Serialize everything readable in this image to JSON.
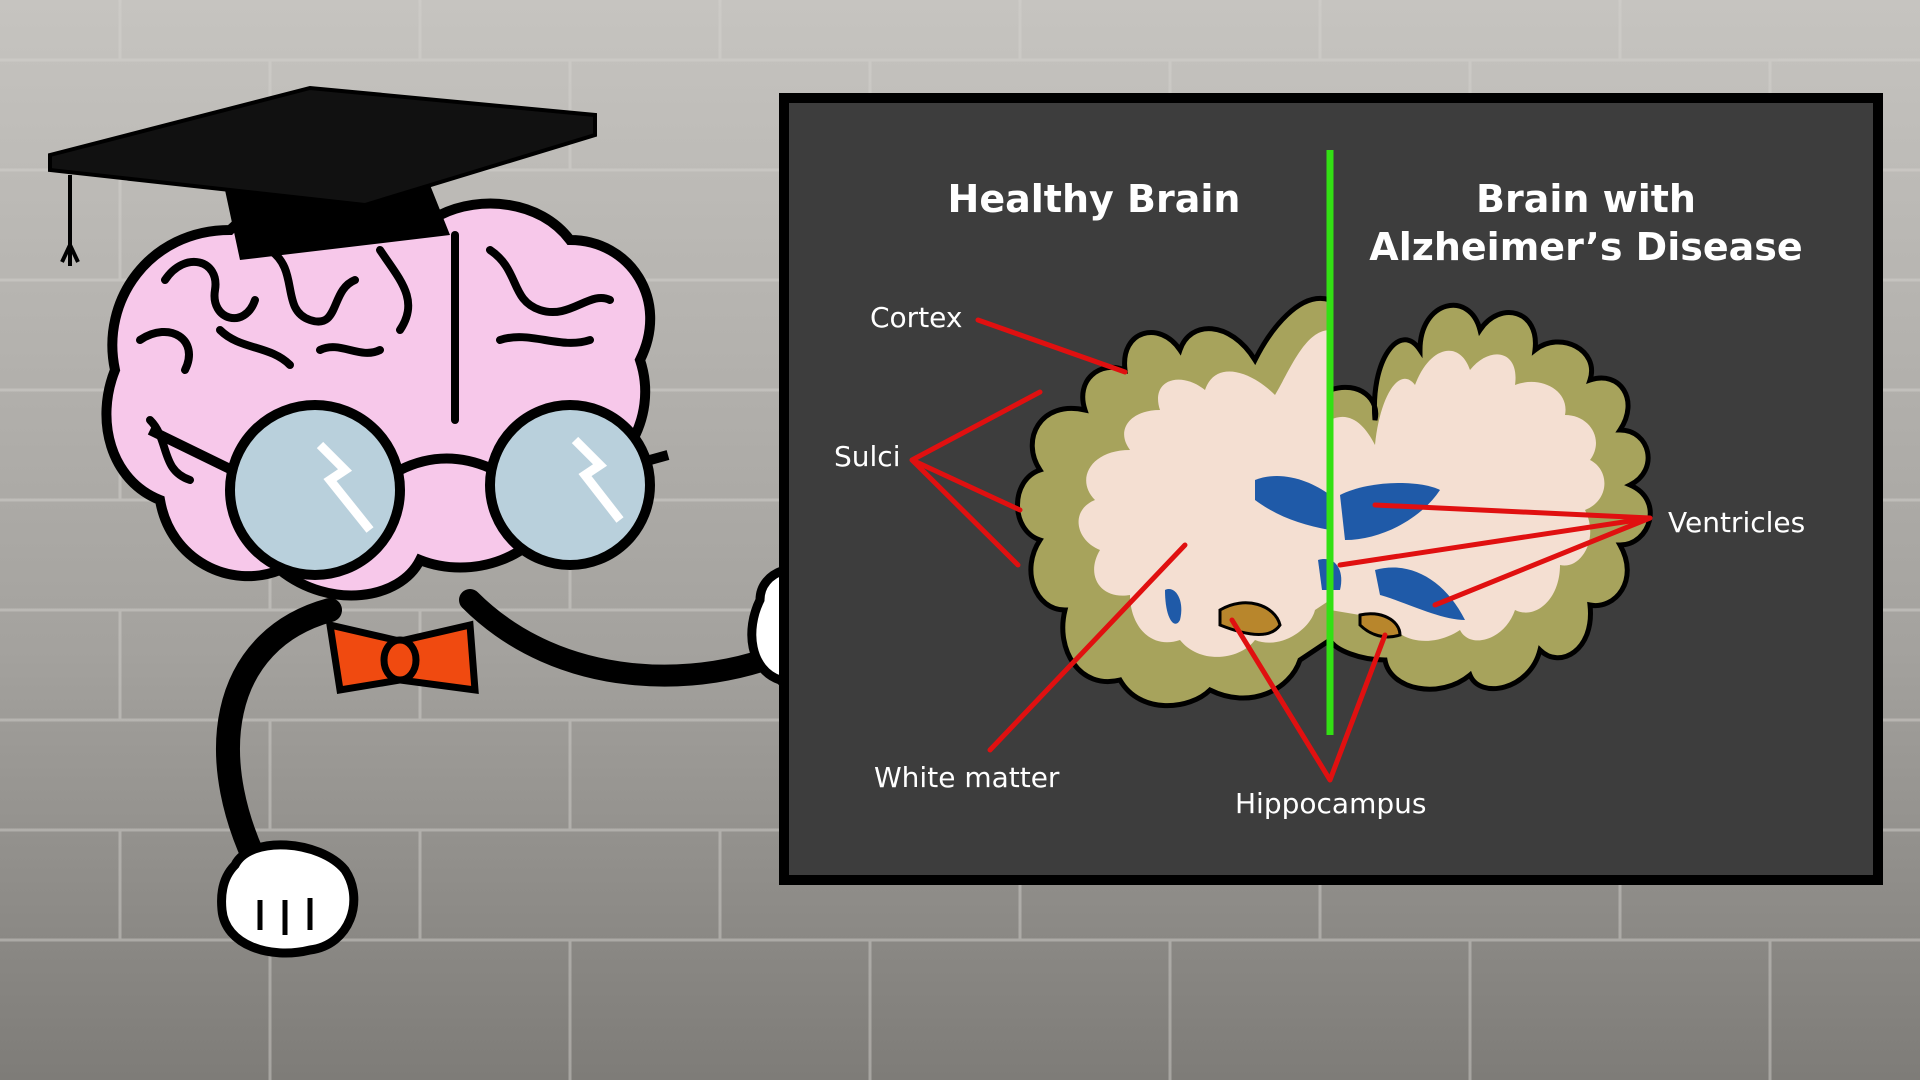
{
  "panel": {
    "left_title": "Healthy Brain",
    "right_title_line1": "Brain with",
    "right_title_line2": "Alzheimer’s Disease"
  },
  "labels": {
    "cortex": "Cortex",
    "sulci": "Sulci",
    "white_matter": "White matter",
    "hippocampus": "Hippocampus",
    "ventricles": "Ventricles"
  },
  "colors": {
    "panel_bg": "#3d3d3d",
    "panel_border": "#000000",
    "divider": "#33e014",
    "cortex": "#a7a35c",
    "white_matter": "#f4dfd2",
    "ventricle": "#1f5aa8",
    "hippocampus": "#b8862c",
    "pointer_line": "#e01010",
    "mascot_brain": "#f7c8ea",
    "mascot_bowtie": "#f04a10",
    "mascot_lens": "#b9d0dc"
  },
  "icons": {
    "mascot": "brain-professor-mascot",
    "cap": "graduation-cap-icon",
    "glasses": "glasses-icon",
    "bowtie": "bowtie-icon",
    "hand": "pointing-hand-icon"
  }
}
